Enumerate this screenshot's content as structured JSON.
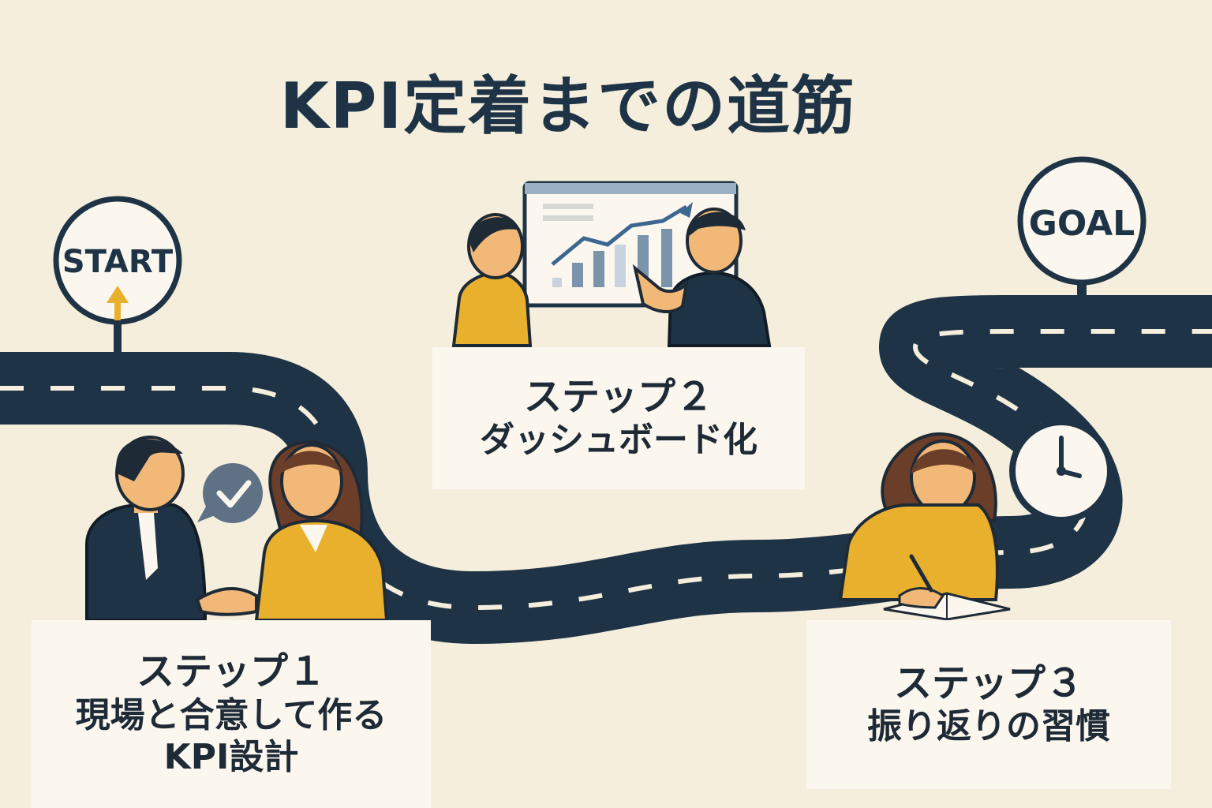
{
  "title": "KPI定着までの道筋",
  "signs": {
    "start": "START",
    "goal": "GOAL"
  },
  "steps": [
    {
      "head": "ステップ１",
      "lines": [
        "現場と合意して作る",
        "KPI設計"
      ]
    },
    {
      "head": "ステップ２",
      "lines": [
        "ダッシュボード化"
      ]
    },
    {
      "head": "ステップ３",
      "lines": [
        "振り返りの習慣"
      ]
    }
  ],
  "colors": {
    "background": "#f6eedc",
    "road": "#1e3446",
    "accent": "#e8b02c",
    "text": "#1e2a36"
  },
  "icons": [
    "start-sign-icon",
    "goal-sign-icon",
    "arrow-up-icon",
    "check-bubble-icon",
    "clock-icon",
    "chart-board-icon",
    "notebook-icon"
  ]
}
